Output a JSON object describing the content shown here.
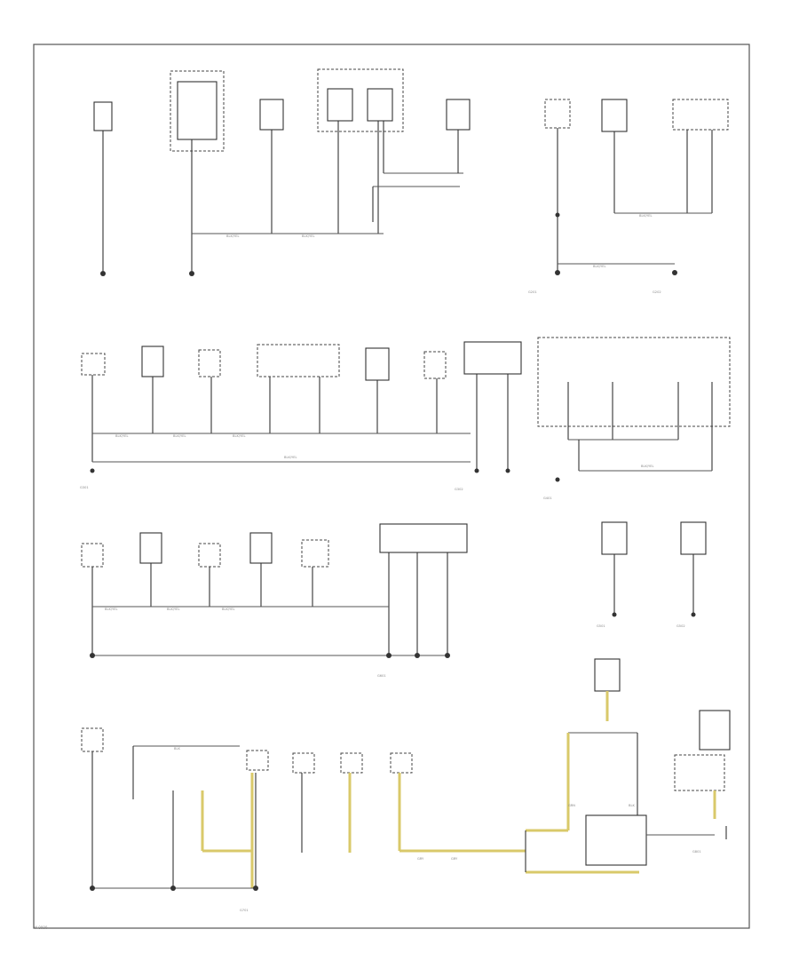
{
  "diagram": {
    "page_code": "W-0000",
    "labels": {
      "g1": "G201",
      "g2": "G202",
      "g3": "G301",
      "g4": "G302",
      "g5": "G401",
      "g6": "G501",
      "g7": "G502",
      "g8": "G601",
      "g9": "G701",
      "g10": "G801",
      "w1": "BLK",
      "w2": "BLK/YEL",
      "w3": "GRY",
      "w4": "GRN"
    }
  }
}
